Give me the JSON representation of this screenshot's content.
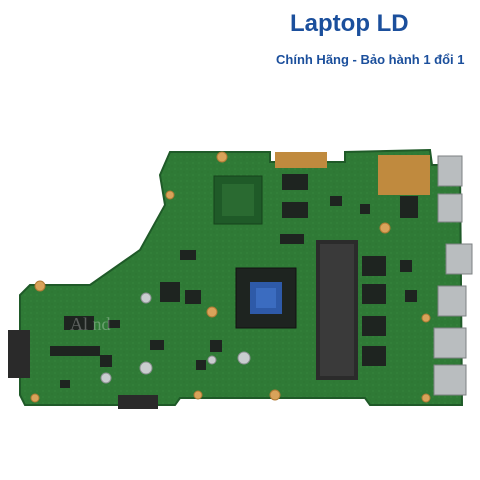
{
  "header": {
    "title": "Laptop LD",
    "tagline": "Chính Hãng - Bảo hành 1 đổi 1"
  },
  "photo": {
    "subject": "laptop-motherboard",
    "watermark": "Al                   nd              "
  },
  "colors": {
    "brand_text": "#1b4f9c",
    "pcb_green": "#2f7a36",
    "pcb_dark": "#1f5a28",
    "gold": "#c08a3e",
    "chip": "#1e2420",
    "cpu_die": "#2e5aa8",
    "silver": "#b9bdbf"
  }
}
